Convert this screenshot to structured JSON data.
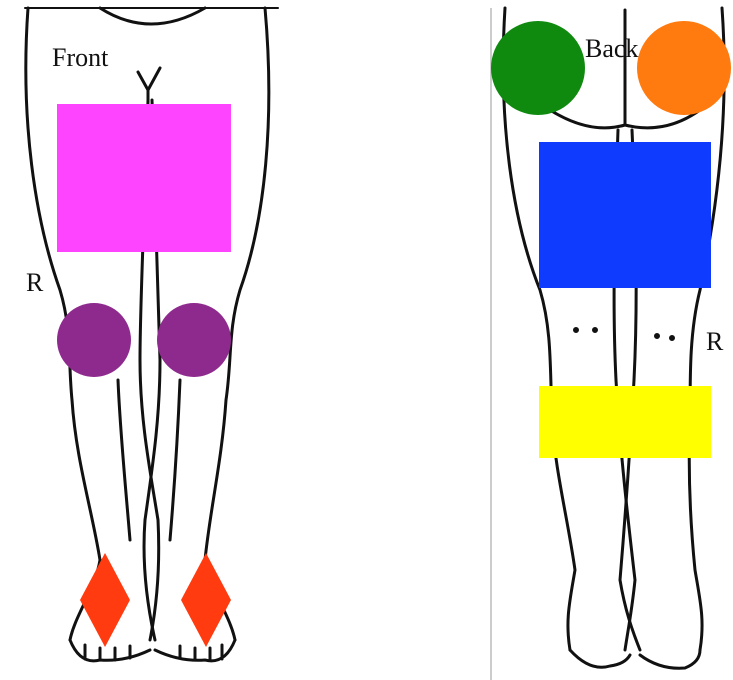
{
  "front_view": {
    "label": "Front",
    "side_label": "R",
    "markers": [
      {
        "id": "thighs",
        "shape": "square",
        "color": "#ff44ff"
      },
      {
        "id": "knee-left",
        "shape": "circle",
        "color": "#8e2a8e"
      },
      {
        "id": "knee-right",
        "shape": "circle",
        "color": "#8e2a8e"
      },
      {
        "id": "ankle-left",
        "shape": "diamond",
        "color": "#ff3b0f"
      },
      {
        "id": "ankle-right",
        "shape": "diamond",
        "color": "#ff3b0f"
      }
    ]
  },
  "back_view": {
    "label": "Back",
    "side_label": "R",
    "markers": [
      {
        "id": "buttock-left",
        "shape": "circle",
        "color": "#0f8a0f"
      },
      {
        "id": "buttock-right",
        "shape": "circle",
        "color": "#ff7a0f"
      },
      {
        "id": "hamstrings",
        "shape": "square",
        "color": "#0f3bff"
      },
      {
        "id": "calves",
        "shape": "rectangle",
        "color": "#ffff00"
      }
    ]
  },
  "icons": [
    "front-legs-outline",
    "back-legs-outline"
  ]
}
